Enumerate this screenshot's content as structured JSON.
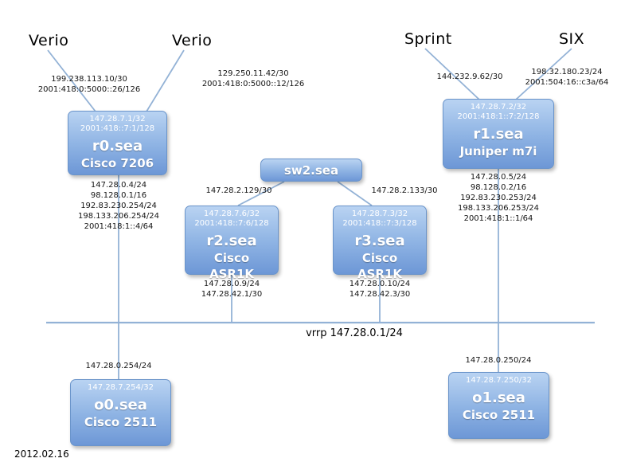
{
  "colors": {
    "line": "#93b2d6",
    "box_border": "#6a94ca",
    "box_top": "#b9d3f2",
    "box_mid": "#8fb4e4",
    "box_bottom": "#6d97d6",
    "text_on_box": "#ffffff"
  },
  "providers": [
    {
      "label": "Verio",
      "links": [
        "199.238.113.10/30",
        "2001:418:0:5000::26/126"
      ]
    },
    {
      "label": "Verio",
      "links": [
        "129.250.11.42/30",
        "2001:418:0:5000::12/126"
      ]
    },
    {
      "label": "Sprint",
      "links": [
        "144.232.9.62/30"
      ]
    },
    {
      "label": "SIX",
      "links": [
        "198.32.180.23/24",
        "2001:504:16::c3a/64"
      ]
    }
  ],
  "nodes": {
    "r0": {
      "loopbacks": [
        "147.28.7.1/32",
        "2001:418::7:1/128"
      ],
      "name": "r0.sea",
      "model": "Cisco 7206",
      "interfaces": [
        "147.28.0.4/24",
        "98.128.0.1/16",
        "192.83.230.254/24",
        "198.133.206.254/24",
        "2001:418:1::4/64"
      ]
    },
    "r1": {
      "loopbacks": [
        "147.28.7.2/32",
        "2001:418:1::7:2/128"
      ],
      "name": "r1.sea",
      "model": "Juniper m7i",
      "interfaces": [
        "147.28.0.5/24",
        "98.128.0.2/16",
        "192.83.230.253/24",
        "198.133.206.253/24",
        "2001:418:1::1/64"
      ]
    },
    "sw2": {
      "name": "sw2.sea",
      "left_link": "147.28.2.129/30",
      "right_link": "147.28.2.133/30"
    },
    "r2": {
      "loopbacks": [
        "147.28.7.6/32",
        "2001:418::7:6/128"
      ],
      "name": "r2.sea",
      "model_lines": [
        "Cisco",
        "ASR1K"
      ],
      "interfaces": [
        "147.28.0.9/24",
        "147.28.42.1/30"
      ]
    },
    "r3": {
      "loopbacks": [
        "147.28.7.3/32",
        "2001:418::7:3/128"
      ],
      "name": "r3.sea",
      "model_lines": [
        "Cisco",
        "ASR1K"
      ],
      "interfaces": [
        "147.28.0.10/24",
        "147.28.42.3/30"
      ]
    },
    "o0": {
      "loopbacks": [
        "147.28.7.254/32"
      ],
      "name": "o0.sea",
      "model": "Cisco 2511",
      "uplink": "147.28.0.254/24"
    },
    "o1": {
      "loopbacks": [
        "147.28.7.250/32"
      ],
      "name": "o1.sea",
      "model": "Cisco 2511",
      "uplink": "147.28.0.250/24"
    }
  },
  "bus": {
    "label": "vrrp 147.28.0.1/24"
  },
  "footer": {
    "date": "2012.02.16"
  }
}
